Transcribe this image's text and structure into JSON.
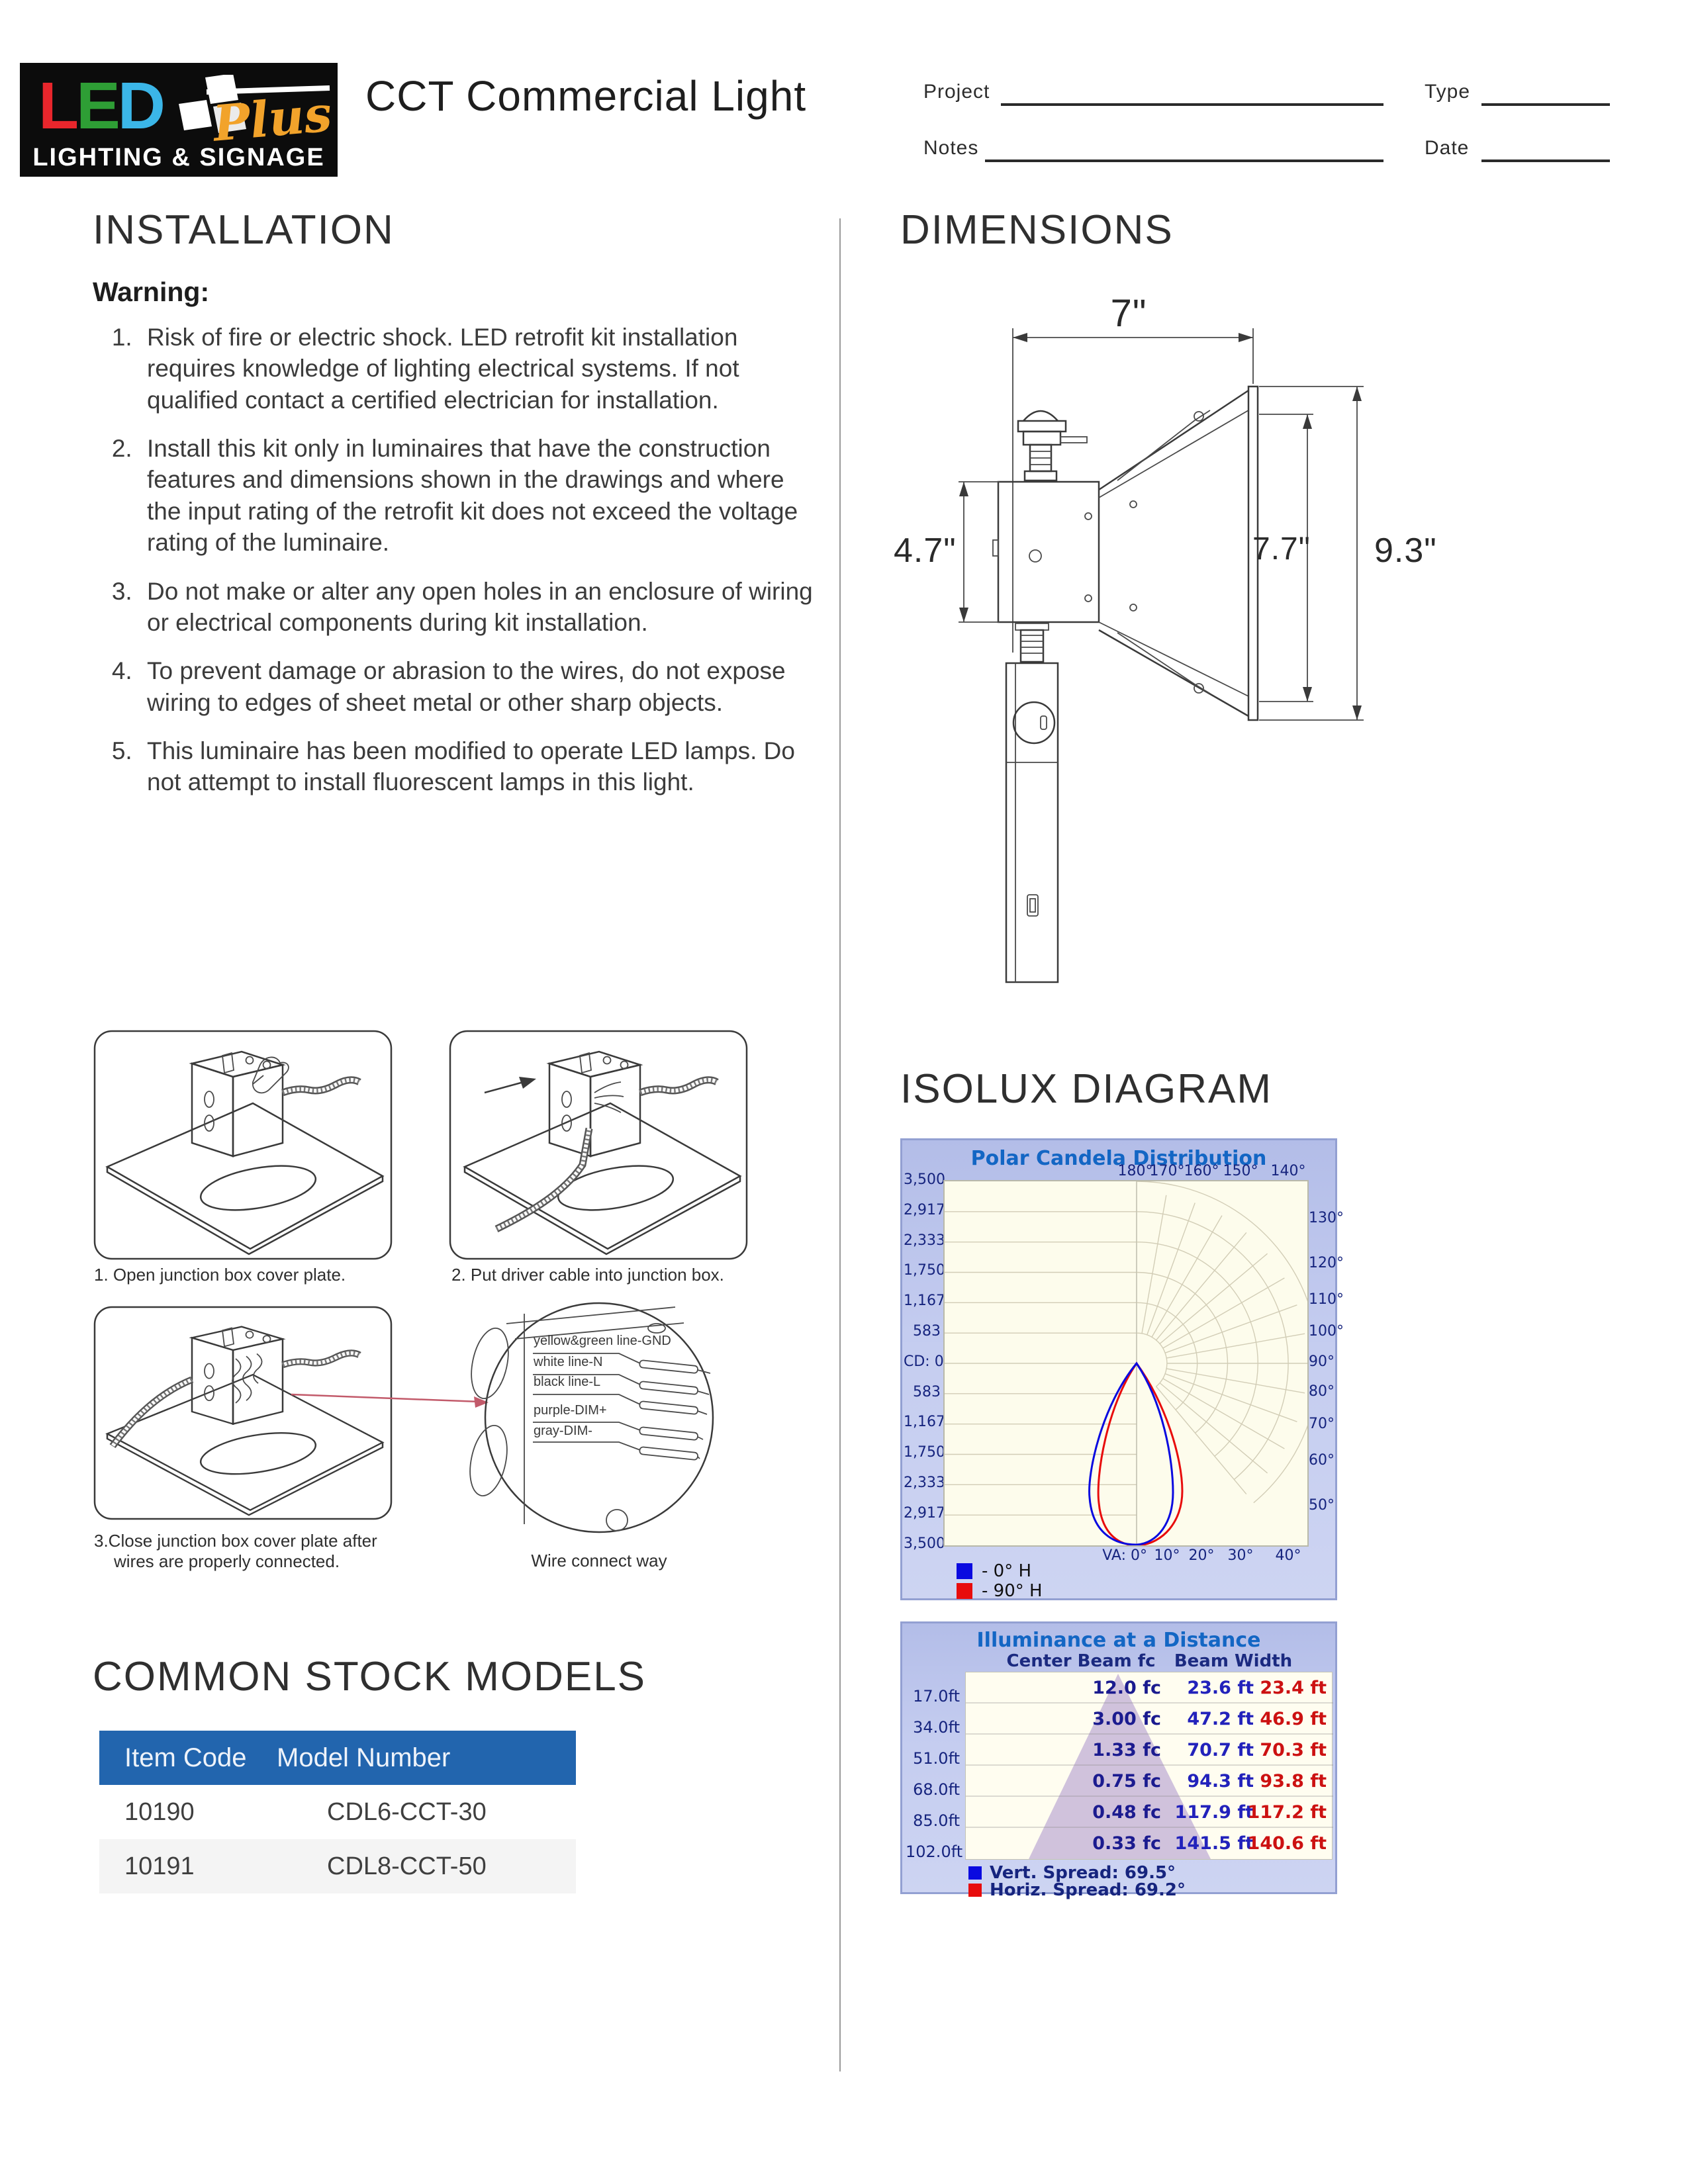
{
  "header": {
    "logo": {
      "word_led_l": "L",
      "word_led_e": "E",
      "word_led_d": "D",
      "word_plus": "Plus",
      "tagline": "LIGHTING & SIGNAGE",
      "colors": {
        "l": "#e8262c",
        "e": "#2e9e35",
        "d": "#3bb6e8",
        "plus_text": "#f2a32b",
        "bg": "#0c0c0c"
      }
    },
    "title": "CCT Commercial Light",
    "fields": {
      "project_label": "Project",
      "notes_label": "Notes",
      "type_label": "Type",
      "date_label": "Date"
    }
  },
  "installation": {
    "heading": "INSTALLATION",
    "warning_label": "Warning:",
    "warnings": [
      "Risk of fire or electric shock. LED retrofit kit installation requires knowledge of lighting electrical systems. If not qualified contact a certified electrician for installation.",
      "Install this kit only in luminaires that have the construction features and dimensions shown in the drawings and where the input rating of the retrofit kit does not exceed the voltage rating of the luminaire.",
      "Do not make or alter any open holes in an enclosure of wiring or electrical components during kit installation.",
      "To prevent damage or abrasion to the wires, do not expose wiring to edges of sheet metal or other sharp objects.",
      "This luminaire has been modified to operate LED lamps. Do not attempt to install fluorescent lamps in this light."
    ],
    "step_captions": [
      "1. Open junction box cover plate.",
      "2. Put driver cable into junction box.",
      "3.Close junction box cover plate after wires are properly connected.",
      "Wire connect way"
    ],
    "wire_labels": [
      "yellow&green line-GND",
      "white line-N",
      "black line-L",
      "purple-DIM+",
      "gray-DIM-"
    ]
  },
  "dimensions": {
    "heading": "DIMENSIONS",
    "top_width": "7\"",
    "driver_height": "4.7\"",
    "aperture_height": "7.7\"",
    "overall_height": "9.3\""
  },
  "isolux": {
    "heading": "ISOLUX DIAGRAM",
    "polar": {
      "title": "Polar Candela Distribution",
      "left_labels": [
        "3,500",
        "2,917",
        "2,333",
        "1,750",
        "1,167",
        "583",
        "CD: 0",
        "583",
        "1,167",
        "1,750",
        "2,333",
        "2,917",
        "3,500"
      ],
      "top_labels": [
        "180°",
        "170°",
        "160°",
        "150°",
        "140°"
      ],
      "right_labels": [
        "130°",
        "120°",
        "110°",
        "100°",
        "90°",
        "80°",
        "70°",
        "60°",
        "50°"
      ],
      "bottom_labels": [
        "VA: 0°",
        "10°",
        "20°",
        "30°",
        "40°"
      ],
      "legend": [
        {
          "label": "- 0° H",
          "color": "#0a0ae0"
        },
        {
          "label": "- 90° H",
          "color": "#e80c0c"
        }
      ]
    },
    "illuminance": {
      "title": "Illuminance at a Distance",
      "col_center": "Center Beam fc",
      "col_width": "Beam Width",
      "distances": [
        "17.0ft",
        "34.0ft",
        "51.0ft",
        "68.0ft",
        "85.0ft",
        "102.0ft"
      ],
      "center_beam": [
        "12.0 fc",
        "3.00 fc",
        "1.33 fc",
        "0.75 fc",
        "0.48 fc",
        "0.33 fc"
      ],
      "beam_width_vert": [
        "23.6 ft",
        "47.2 ft",
        "70.7 ft",
        "94.3 ft",
        "117.9 ft",
        "141.5 ft"
      ],
      "beam_width_horiz": [
        "23.4 ft",
        "46.9 ft",
        "70.3 ft",
        "93.8 ft",
        "117.2 ft",
        "140.6 ft"
      ],
      "legend_vert": "Vert.  Spread: 69.5°",
      "legend_horiz": "Horiz. Spread: 69.2°"
    }
  },
  "stock_models": {
    "heading": "COMMON STOCK MODELS",
    "columns": [
      "Item Code",
      "Model Number"
    ],
    "rows": [
      {
        "item_code": "10190",
        "model_number": "CDL6-CCT-30"
      },
      {
        "item_code": "10191",
        "model_number": "CDL8-CCT-50"
      }
    ]
  },
  "chart_data": [
    {
      "type": "polar",
      "title": "Polar Candela Distribution",
      "radial_axis_ticks_cd": [
        3500,
        2917,
        2333,
        1750,
        1167,
        583,
        0
      ],
      "angle_labels_deg": [
        180,
        170,
        160,
        150,
        140,
        130,
        120,
        110,
        100,
        90,
        80,
        70,
        60,
        50
      ],
      "vertical_angle_labels_deg": [
        0,
        10,
        20,
        30,
        40
      ],
      "series": [
        {
          "name": "- 0° H",
          "color": "#0a0ae0",
          "va_deg": [
            0,
            5,
            10,
            15,
            20,
            25,
            30,
            34.8
          ],
          "candela": [
            3500,
            3400,
            3150,
            2650,
            1950,
            1150,
            450,
            0
          ]
        },
        {
          "name": "- 90° H",
          "color": "#e80c0c",
          "va_deg": [
            0,
            5,
            10,
            15,
            20,
            25,
            30,
            34.6
          ],
          "candela": [
            3500,
            3420,
            3200,
            2750,
            2050,
            1250,
            520,
            0
          ]
        }
      ],
      "legend_position": "bottom-left",
      "grid": true
    },
    {
      "type": "table",
      "title": "Illuminance at a Distance",
      "columns": [
        "Distance (ft)",
        "Center Beam fc",
        "Beam Width vert (ft)",
        "Beam Width horiz (ft)"
      ],
      "rows": [
        [
          17.0,
          12.0,
          23.6,
          23.4
        ],
        [
          34.0,
          3.0,
          47.2,
          46.9
        ],
        [
          51.0,
          1.33,
          70.7,
          70.3
        ],
        [
          68.0,
          0.75,
          94.3,
          93.8
        ],
        [
          85.0,
          0.48,
          117.9,
          117.2
        ],
        [
          102.0,
          0.33,
          141.5,
          140.6
        ]
      ],
      "vert_spread_deg": 69.5,
      "horiz_spread_deg": 69.2
    }
  ]
}
